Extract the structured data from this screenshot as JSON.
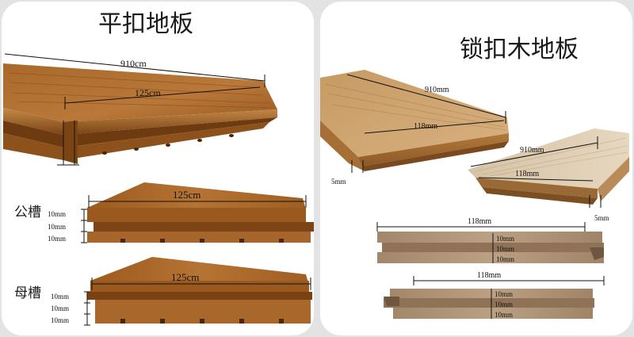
{
  "left": {
    "title": "平扣地板",
    "top_length": "910cm",
    "top_width": "125cm",
    "male_label": "公槽",
    "female_label": "母槽",
    "male_width": "125cm",
    "female_width": "125cm",
    "male_thickness": [
      "10mm",
      "10mm",
      "10mm"
    ],
    "female_thickness": [
      "10mm",
      "10mm",
      "10mm"
    ]
  },
  "right": {
    "title": "锁扣木地板",
    "board1_length": "910mm",
    "board1_width": "118mm",
    "board1_tongue": "5mm",
    "board2_length": "910mm",
    "board2_width": "118mm",
    "board2_tongue": "5mm",
    "profile1_width": "118mm",
    "profile2_width": "118mm",
    "profile1_thickness": [
      "10mm",
      "10mm",
      "10mm"
    ],
    "profile2_thickness": [
      "10mm",
      "10mm",
      "10mm"
    ]
  },
  "colors": {
    "wood_dark": "#8a4f16",
    "wood_mid": "#b26e2c",
    "wood_light": "#d6a46a",
    "oak_light": "#dcc4a2",
    "oak_mid": "#c29a6c"
  }
}
